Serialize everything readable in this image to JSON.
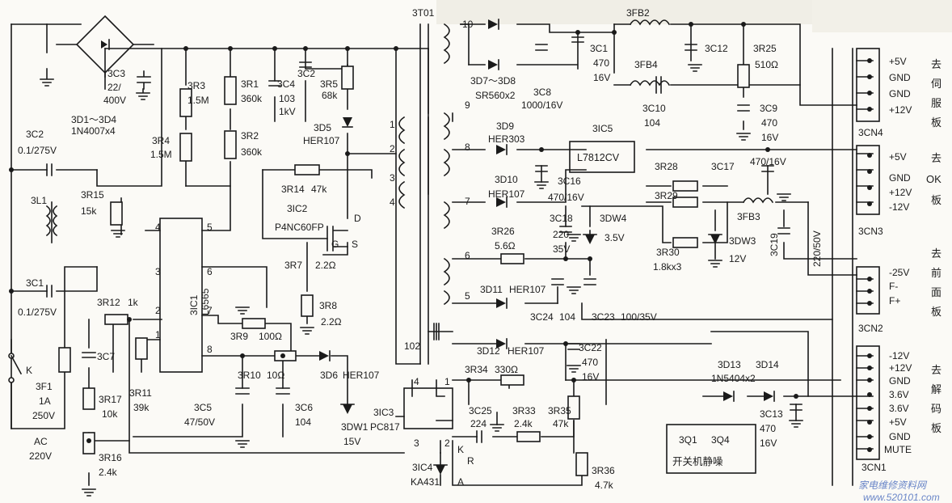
{
  "labels": {
    "bridge_ref": "3D1～3D4",
    "bridge_part": "1N4007x4",
    "c3c3_ref": "3C3",
    "c3c3_val": "22/",
    "c3c3_val2": "400V",
    "c3c2_ref": "3C2",
    "c3c2_val": "0.1/275V",
    "l3l1": "3L1",
    "c3c1_ref": "3C1",
    "c3c1_val": "0.1/275V",
    "r3r15": "3R15",
    "r3r15_val": "15k",
    "r3r3": "3R3",
    "r3r3_val": "1.5M",
    "r3r4": "3R4",
    "r3r4_val": "1.5M",
    "r3r1": "3R1",
    "r3r1_val": "360k",
    "r3r2": "3R2",
    "r3r2_val": "360k",
    "c3c4": "3C4",
    "c3c4_v1": "103",
    "c3c4_v2": "1kV",
    "c3c2b": "3C2",
    "r3r5": "3R5",
    "r3r5_val": "68k",
    "d3d5": "3D5",
    "d3d5_part": "HER107",
    "r3r14": "3R14",
    "r3r14_val": "47k",
    "ic2": "3IC2",
    "ic2_part": "P4NC60FP",
    "pin_d": "D",
    "pin_g": "G",
    "pin_s": "S",
    "r3r7": "3R7",
    "r3r7_val": "2.2Ω",
    "r3r8": "3R8",
    "r3r8_val": "2.2Ω",
    "ic1": "3IC1",
    "ic1_part": "L6565",
    "ic1_p5": "5",
    "ic1_p4": "4",
    "ic1_p6": "6",
    "ic1_p3": "3",
    "ic1_p7": "7",
    "ic1_p2": "2",
    "ic1_p1": "1",
    "ic1_p8": "8",
    "r3r9": "3R9",
    "r3r9_val": "100Ω",
    "r3r12": "3R12",
    "r3r12_val": "1k",
    "c3c7": "3C7",
    "r3r11": "3R11",
    "r3r11_val": "39k",
    "r3r17": "3R17",
    "r3r17_val": "10k",
    "r3r16": "3R16",
    "r3r16_val": "2.4k",
    "r3r10": "3R10",
    "r3r10_val": "10Ω",
    "d3d6": "3D6",
    "d3d6_part": "HER107",
    "c3c5": "3C5",
    "c3c5_val": "47/50V",
    "c3c6": "3C6",
    "c3c6_val": "104",
    "d3dw1": "3DW1",
    "d3dw1_val": "15V",
    "f3f1": "3F1",
    "f3f1_v1": "1A",
    "f3f1_v2": "250V",
    "sw_k": "K",
    "ac": "AC",
    "ac_v": "220V",
    "t3t01": "3T01",
    "t_p10": "10",
    "t_p9": "9",
    "t_p8": "8",
    "t_p7": "7",
    "t_p6": "6",
    "t_p5": "5",
    "t_p1": "1",
    "t_p2": "2",
    "t_p3": "3",
    "t_p4": "4",
    "d3d7": "3D7～3D8",
    "d3d7_part": "SR560x2",
    "c3c1b": "3C1",
    "c3c1b_v1": "470",
    "c3c1b_v2": "16V",
    "c3c8": "3C8",
    "c3c8_val": "1000/16V",
    "l3fb2": "3FB2",
    "l3fb4": "3FB4",
    "c3c12": "3C12",
    "r3r25": "3R25",
    "r3r25_val": "510Ω",
    "c3c10": "3C10",
    "c3c10_val": "104",
    "c3c9": "3C9",
    "c3c9_v1": "470",
    "c3c9_v2": "16V",
    "d3d9": "3D9",
    "d3d9_part": "HER303",
    "ic5": "3IC5",
    "ic5_part": "L7812CV",
    "c3c17": "3C17",
    "c3c17_val": "470/16V",
    "d3d10": "3D10",
    "d3d10_part": "HER107",
    "c3c16": "3C16",
    "c3c16_val": "470/16V",
    "r3r28": "3R28",
    "r3r29": "3R29",
    "r3r26": "3R26",
    "r3r26_val": "5.6Ω",
    "c3c18": "3C18",
    "c3c18_v1": "220",
    "c3c18_v2": "35V",
    "d3dw4": "3DW4",
    "d3dw4_val": "3.5V",
    "r3r30": "3R30",
    "r3r30_val": "1.8kx3",
    "d3dw3": "3DW3",
    "d3dw3_val": "12V",
    "l3fb3": "3FB3",
    "c3c19": "3C19",
    "c3c19_val": "220/50V",
    "d3d11": "3D11",
    "d3d11_part": "HER107",
    "c3c24": "3C24",
    "c3c24_val": "104",
    "c3c23": "3C23",
    "c3c23_val": "100/35V",
    "c102": "102",
    "d3d12": "3D12",
    "d3d12_part": "HER107",
    "c3c22": "3C22",
    "c3c22_v1": "470",
    "c3c22_v2": "16V",
    "r3r34": "3R34",
    "r3r34_val": "330Ω",
    "ic3": "3IC3",
    "ic3_part": "PC817",
    "ic3_p4": "4",
    "ic3_p1": "1",
    "ic3_p3": "3",
    "ic3_p2": "2",
    "c3c25": "3C25",
    "c3c25_val": "224",
    "r3r33": "3R33",
    "r3r33_val": "2.4k",
    "r3r35": "3R35",
    "r3r35_val": "47k",
    "ic4": "3IC4",
    "ic4_part": "KA431",
    "ic4_k": "K",
    "ic4_r": "R",
    "ic4_a": "A",
    "r3r36": "3R36",
    "r3r36_val": "4.7k",
    "d3d13": "3D13",
    "d3d13_part": "1N5404x2",
    "d3d14": "3D14",
    "c3c13": "3C13",
    "c3c13_v1": "470",
    "c3c13_v2": "16V",
    "q3q1": "3Q1",
    "q3q4": "3Q4",
    "mute_box": "开关机静噪"
  },
  "connectors": [
    {
      "ref": "3CN4",
      "dest": [
        "去",
        "伺",
        "服",
        "板"
      ],
      "pins": [
        "+5V",
        "GND",
        "GND",
        "+12V"
      ]
    },
    {
      "ref": "3CN3",
      "dest": [
        "去",
        "OK",
        "板"
      ],
      "pins": [
        "+5V",
        "GND",
        "+12V",
        "-12V"
      ]
    },
    {
      "ref": "3CN2",
      "dest": [
        "去",
        "前",
        "面",
        "板"
      ],
      "pins": [
        "-25V",
        "F-",
        "F+"
      ]
    },
    {
      "ref": "3CN1",
      "dest": [
        "去",
        "解",
        "码",
        "板"
      ],
      "pins": [
        "-12V",
        "+12V",
        "GND",
        "3.6V",
        "3.6V",
        "+5V",
        "GND",
        "MUTE"
      ]
    }
  ],
  "watermark": "家电维修资料网",
  "watermark_url": "www.520101.com"
}
